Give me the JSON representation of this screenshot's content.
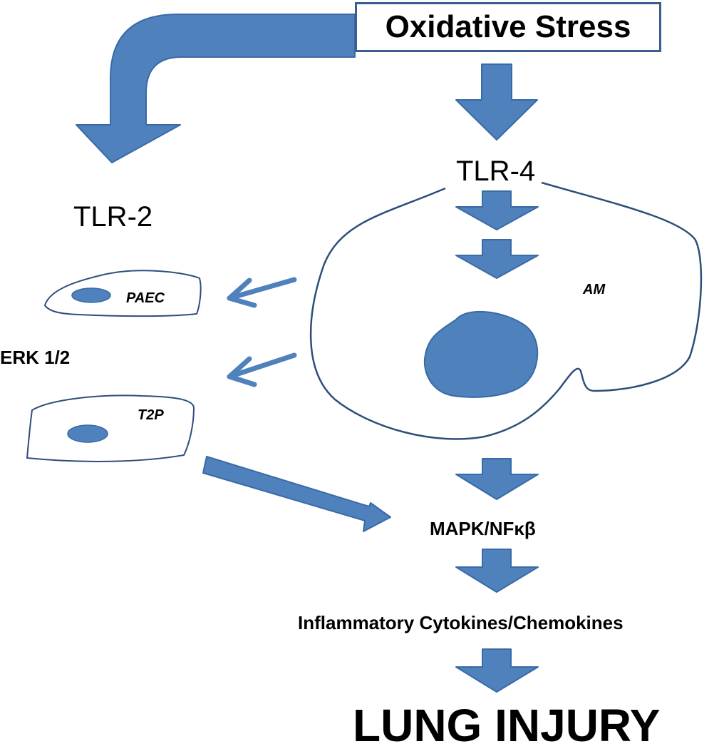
{
  "diagram": {
    "colors": {
      "arrow_fill": "#4f81bd",
      "arrow_stroke": "#3a6aa6",
      "cell_outline": "#2e4e7a",
      "box_border": "#3a5e8f",
      "text": "#000000"
    },
    "source": {
      "label": "Oxidative Stress"
    },
    "receptors": {
      "tlr2": "TLR-2",
      "tlr4": "TLR-4"
    },
    "cells": {
      "paec": "PAEC",
      "t2p": "T2P",
      "am": "AM"
    },
    "pathway": {
      "erk": "ERK 1/2",
      "mapk": "MAPK/NFκβ",
      "cytokines": "Inflammatory Cytokines/Chemokines",
      "outcome": "LUNG INJURY"
    }
  }
}
